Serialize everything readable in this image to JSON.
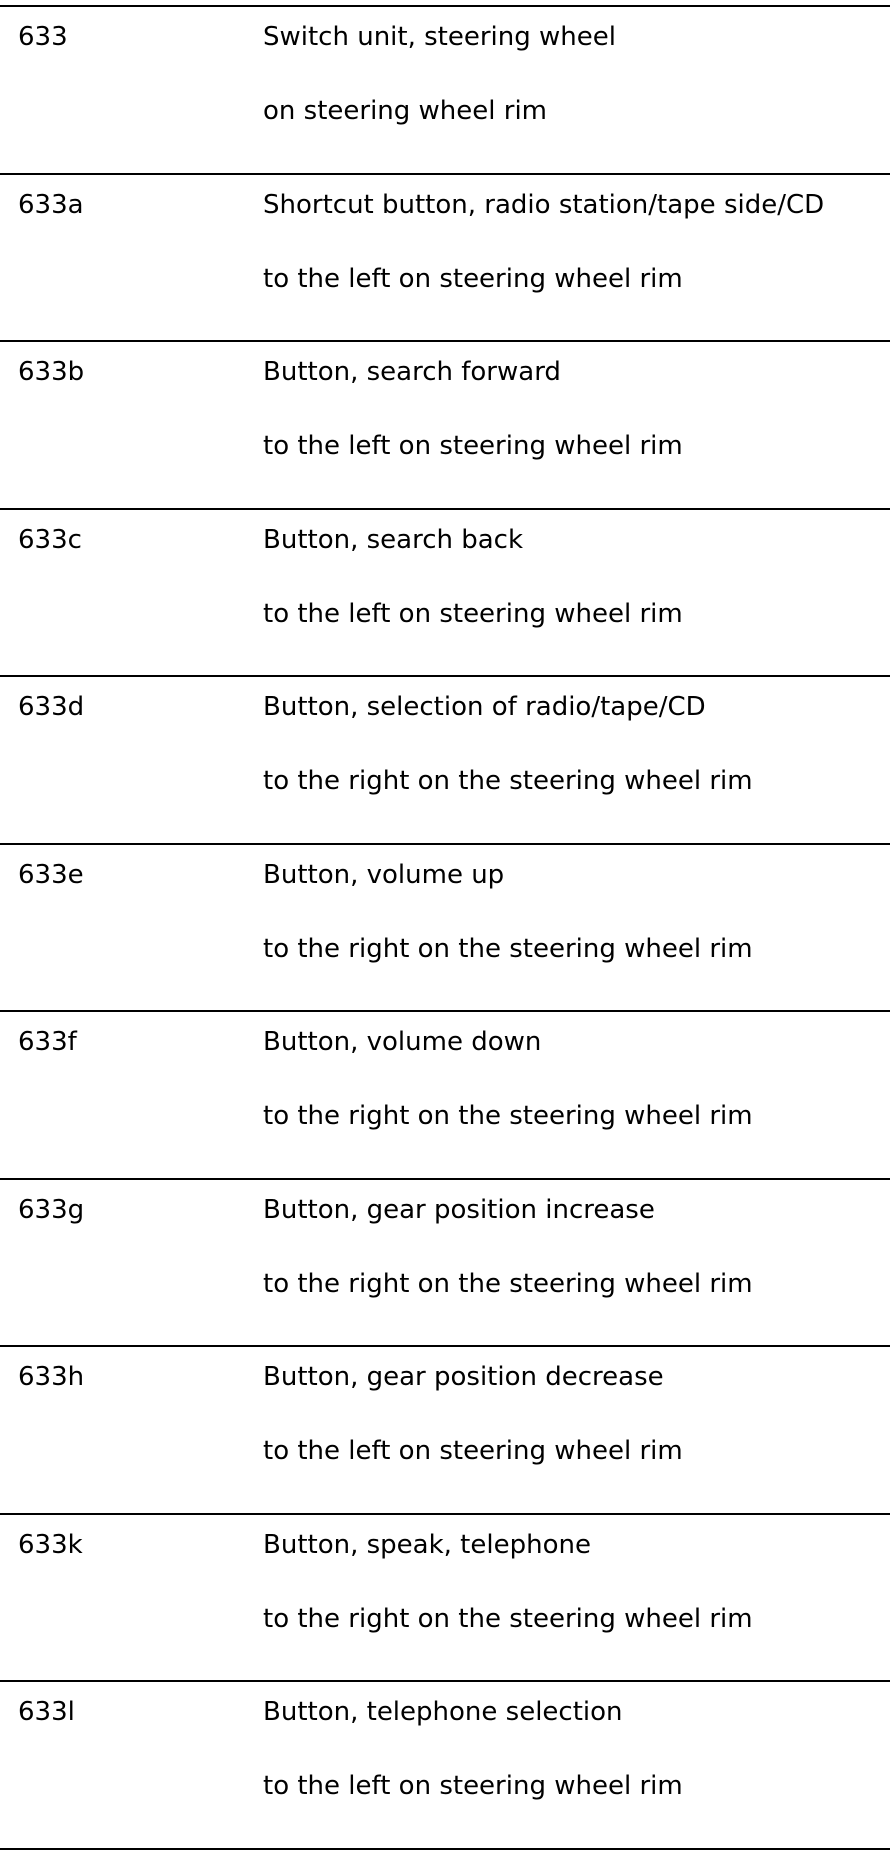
{
  "rows": [
    {
      "code": "633",
      "desc": "Switch unit, steering wheel",
      "loc": "on steering wheel rim"
    },
    {
      "code": "633a",
      "desc": "Shortcut button, radio station/tape side/CD",
      "loc": "to the left on steering wheel rim"
    },
    {
      "code": "633b",
      "desc": "Button, search forward",
      "loc": "to the left on steering wheel rim"
    },
    {
      "code": "633c",
      "desc": "Button, search back",
      "loc": "to the left on steering wheel rim"
    },
    {
      "code": "633d",
      "desc": "Button, selection of radio/tape/CD",
      "loc": "to the right on the steering wheel rim"
    },
    {
      "code": "633e",
      "desc": "Button, volume up",
      "loc": "to the right on the steering wheel rim"
    },
    {
      "code": "633f",
      "desc": "Button, volume down",
      "loc": "to the right on the steering wheel rim"
    },
    {
      "code": "633g",
      "desc": "Button, gear position increase",
      "loc": "to the right on the steering wheel rim"
    },
    {
      "code": "633h",
      "desc": "Button, gear position decrease",
      "loc": "to the left on steering wheel rim"
    },
    {
      "code": "633k",
      "desc": "Button, speak, telephone",
      "loc": "to the right on the steering wheel rim"
    },
    {
      "code": "633l",
      "desc": "Button, telephone selection",
      "loc": "to the left on steering wheel rim"
    }
  ]
}
